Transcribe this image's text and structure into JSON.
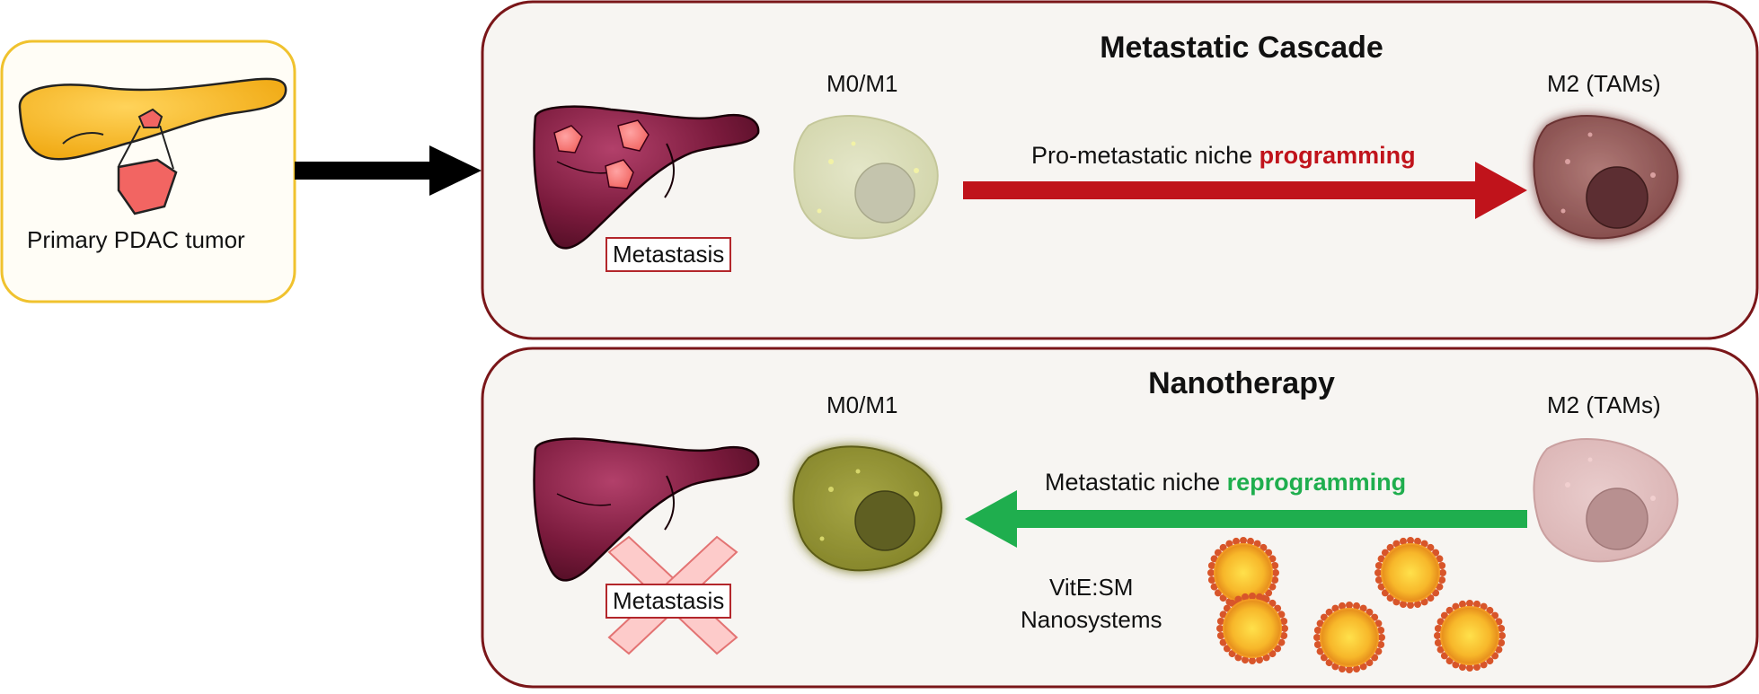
{
  "primary": {
    "label": "Primary PDAC tumor"
  },
  "cascade": {
    "title": "Metastatic Cascade",
    "left_cell": "M0/M1",
    "right_cell": "M2 (TAMs)",
    "arrow_text": "Pro-metastatic niche",
    "arrow_emphasis": "programming",
    "metastasis_label": "Metastasis"
  },
  "nanotherapy": {
    "title": "Nanotherapy",
    "left_cell": "M0/M1",
    "right_cell": "M2 (TAMs)",
    "arrow_text": "Metastatic niche",
    "arrow_emphasis": "reprogramming",
    "metastasis_label": "Metastasis",
    "nano_label_line1": "VitE:SM",
    "nano_label_line2": "Nanosystems"
  },
  "colors": {
    "panel_border": "#7a1619",
    "panel_fill": "#f7f5f2",
    "primary_border": "#f0c22e",
    "primary_fill": "#fffdf6",
    "liver": "#6b1330",
    "red_arrow": "#c0131b",
    "green_arrow": "#1fae4e"
  }
}
